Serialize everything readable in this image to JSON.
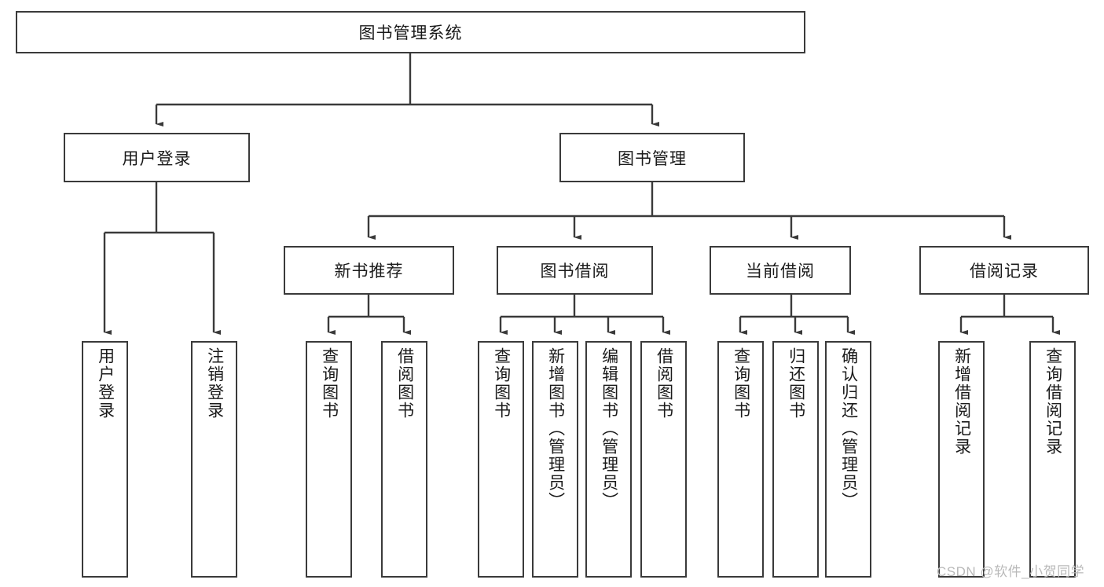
{
  "diagram": {
    "title": "图书管理系统",
    "type": "hierarchy-tree",
    "root": {
      "id": "root",
      "label": "图书管理系统"
    },
    "level2": [
      {
        "id": "user-login",
        "label": "用户登录"
      },
      {
        "id": "book-manage",
        "label": "图书管理"
      }
    ],
    "level3": [
      {
        "id": "new-book-rec",
        "label": "新书推荐"
      },
      {
        "id": "book-borrow",
        "label": "图书借阅"
      },
      {
        "id": "current-borrow",
        "label": "当前借阅"
      },
      {
        "id": "borrow-record",
        "label": "借阅记录"
      }
    ],
    "leaves": [
      {
        "id": "leaf-user-login",
        "label": "用户登录",
        "parent": "user-login"
      },
      {
        "id": "leaf-logout-login",
        "label": "注销登录",
        "parent": "user-login"
      },
      {
        "id": "leaf-query-book-1",
        "label": "查询图书",
        "parent": "new-book-rec"
      },
      {
        "id": "leaf-borrow-book-1",
        "label": "借阅图书",
        "parent": "new-book-rec"
      },
      {
        "id": "leaf-query-book-2",
        "label": "查询图书",
        "parent": "book-borrow"
      },
      {
        "id": "leaf-add-book",
        "label": "新增图书（管理员）",
        "parent": "book-borrow"
      },
      {
        "id": "leaf-edit-book",
        "label": "编辑图书（管理员）",
        "parent": "book-borrow"
      },
      {
        "id": "leaf-borrow-book-2",
        "label": "借阅图书",
        "parent": "book-borrow"
      },
      {
        "id": "leaf-query-book-3",
        "label": "查询图书",
        "parent": "current-borrow"
      },
      {
        "id": "leaf-return-book",
        "label": "归还图书",
        "parent": "current-borrow"
      },
      {
        "id": "leaf-confirm-return",
        "label": "确认归还（管理员）",
        "parent": "current-borrow"
      },
      {
        "id": "leaf-add-record",
        "label": "新增借阅记录",
        "parent": "borrow-record"
      },
      {
        "id": "leaf-query-record",
        "label": "查询借阅记录",
        "parent": "borrow-record"
      }
    ],
    "watermark": "CSDN @软件_小贺同学",
    "colors": {
      "border": "#3a3a3a",
      "text": "#1a1a1a",
      "background": "#ffffff",
      "connector": "#3a3a3a",
      "watermark": "#b9b9b9"
    }
  }
}
